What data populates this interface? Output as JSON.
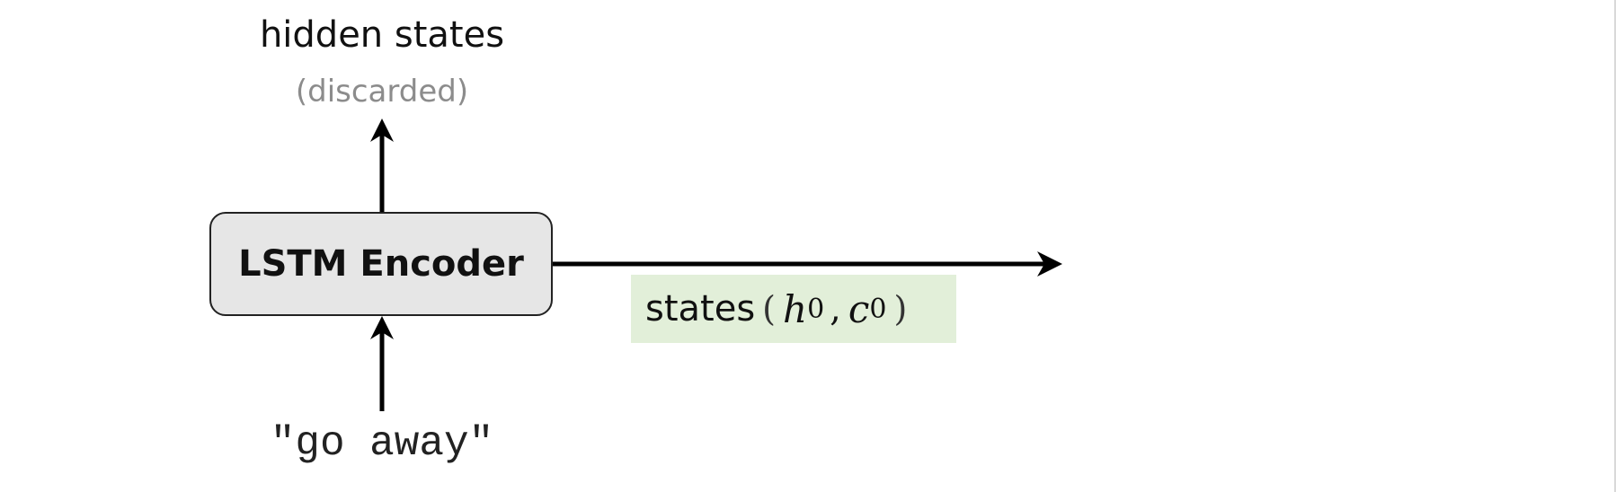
{
  "encoder": {
    "label": "LSTM Encoder"
  },
  "output": {
    "title": "hidden states",
    "note": "(discarded)"
  },
  "input": {
    "text": "\"go away\""
  },
  "states": {
    "label": "states",
    "open_paren": "(",
    "h_symbol": "h",
    "h_sub": "0",
    "separator": ",",
    "c_symbol": "c",
    "c_sub": "0",
    "close_paren": ")"
  },
  "colors": {
    "box_fill": "#e6e6e6",
    "states_fill": "#e2efd9",
    "note_text": "#8c8c8c",
    "arrow": "#000000"
  }
}
